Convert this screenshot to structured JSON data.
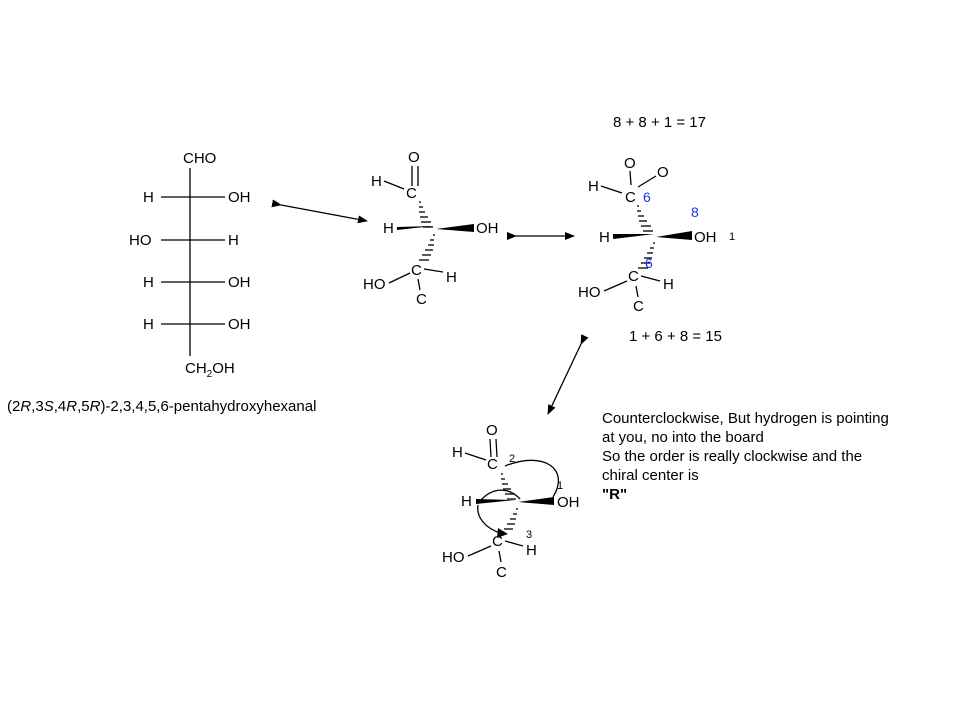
{
  "fischer": {
    "top": "CHO",
    "rows": [
      {
        "left": "H",
        "right": "OH"
      },
      {
        "left": "HO",
        "right": "H"
      },
      {
        "left": "H",
        "right": "OH"
      },
      {
        "left": "H",
        "right": "OH"
      }
    ],
    "bottom": "CH",
    "bottom_sub": "2",
    "bottom_tail": "OH",
    "name_prefix": "(2",
    "name_parts": [
      {
        "text": "R",
        "italic": true
      },
      {
        "text": ",3",
        "italic": false
      },
      {
        "text": "S",
        "italic": true
      },
      {
        "text": ",4",
        "italic": false
      },
      {
        "text": "R",
        "italic": true
      },
      {
        "text": ",5",
        "italic": false
      },
      {
        "text": "R",
        "italic": true
      },
      {
        "text": ")-2,3,4,5,6-pentahydroxyhexanal",
        "italic": false
      }
    ]
  },
  "labels": {
    "O": "O",
    "H": "H",
    "C": "C",
    "OH": "OH",
    "HO": "HO"
  },
  "priorities": {
    "aldehyde_c": "6",
    "oh_group": "8",
    "hydrogen": "1",
    "lower_c": "6"
  },
  "sums": {
    "top": "8 + 8 + 1 = 17",
    "bottom": "1 + 6 + 8 = 15"
  },
  "rotation_numbers": {
    "n1": "1",
    "n2": "2",
    "n3": "3"
  },
  "note": {
    "line1": "Counterclockwise, But hydrogen is pointing",
    "line2": "at you, no into the board",
    "line3": "So the order is really clockwise and the",
    "line4": "chiral center is",
    "line5": "\"R\""
  },
  "colors": {
    "ink": "#000000",
    "priority_blue": "#2233dd"
  }
}
